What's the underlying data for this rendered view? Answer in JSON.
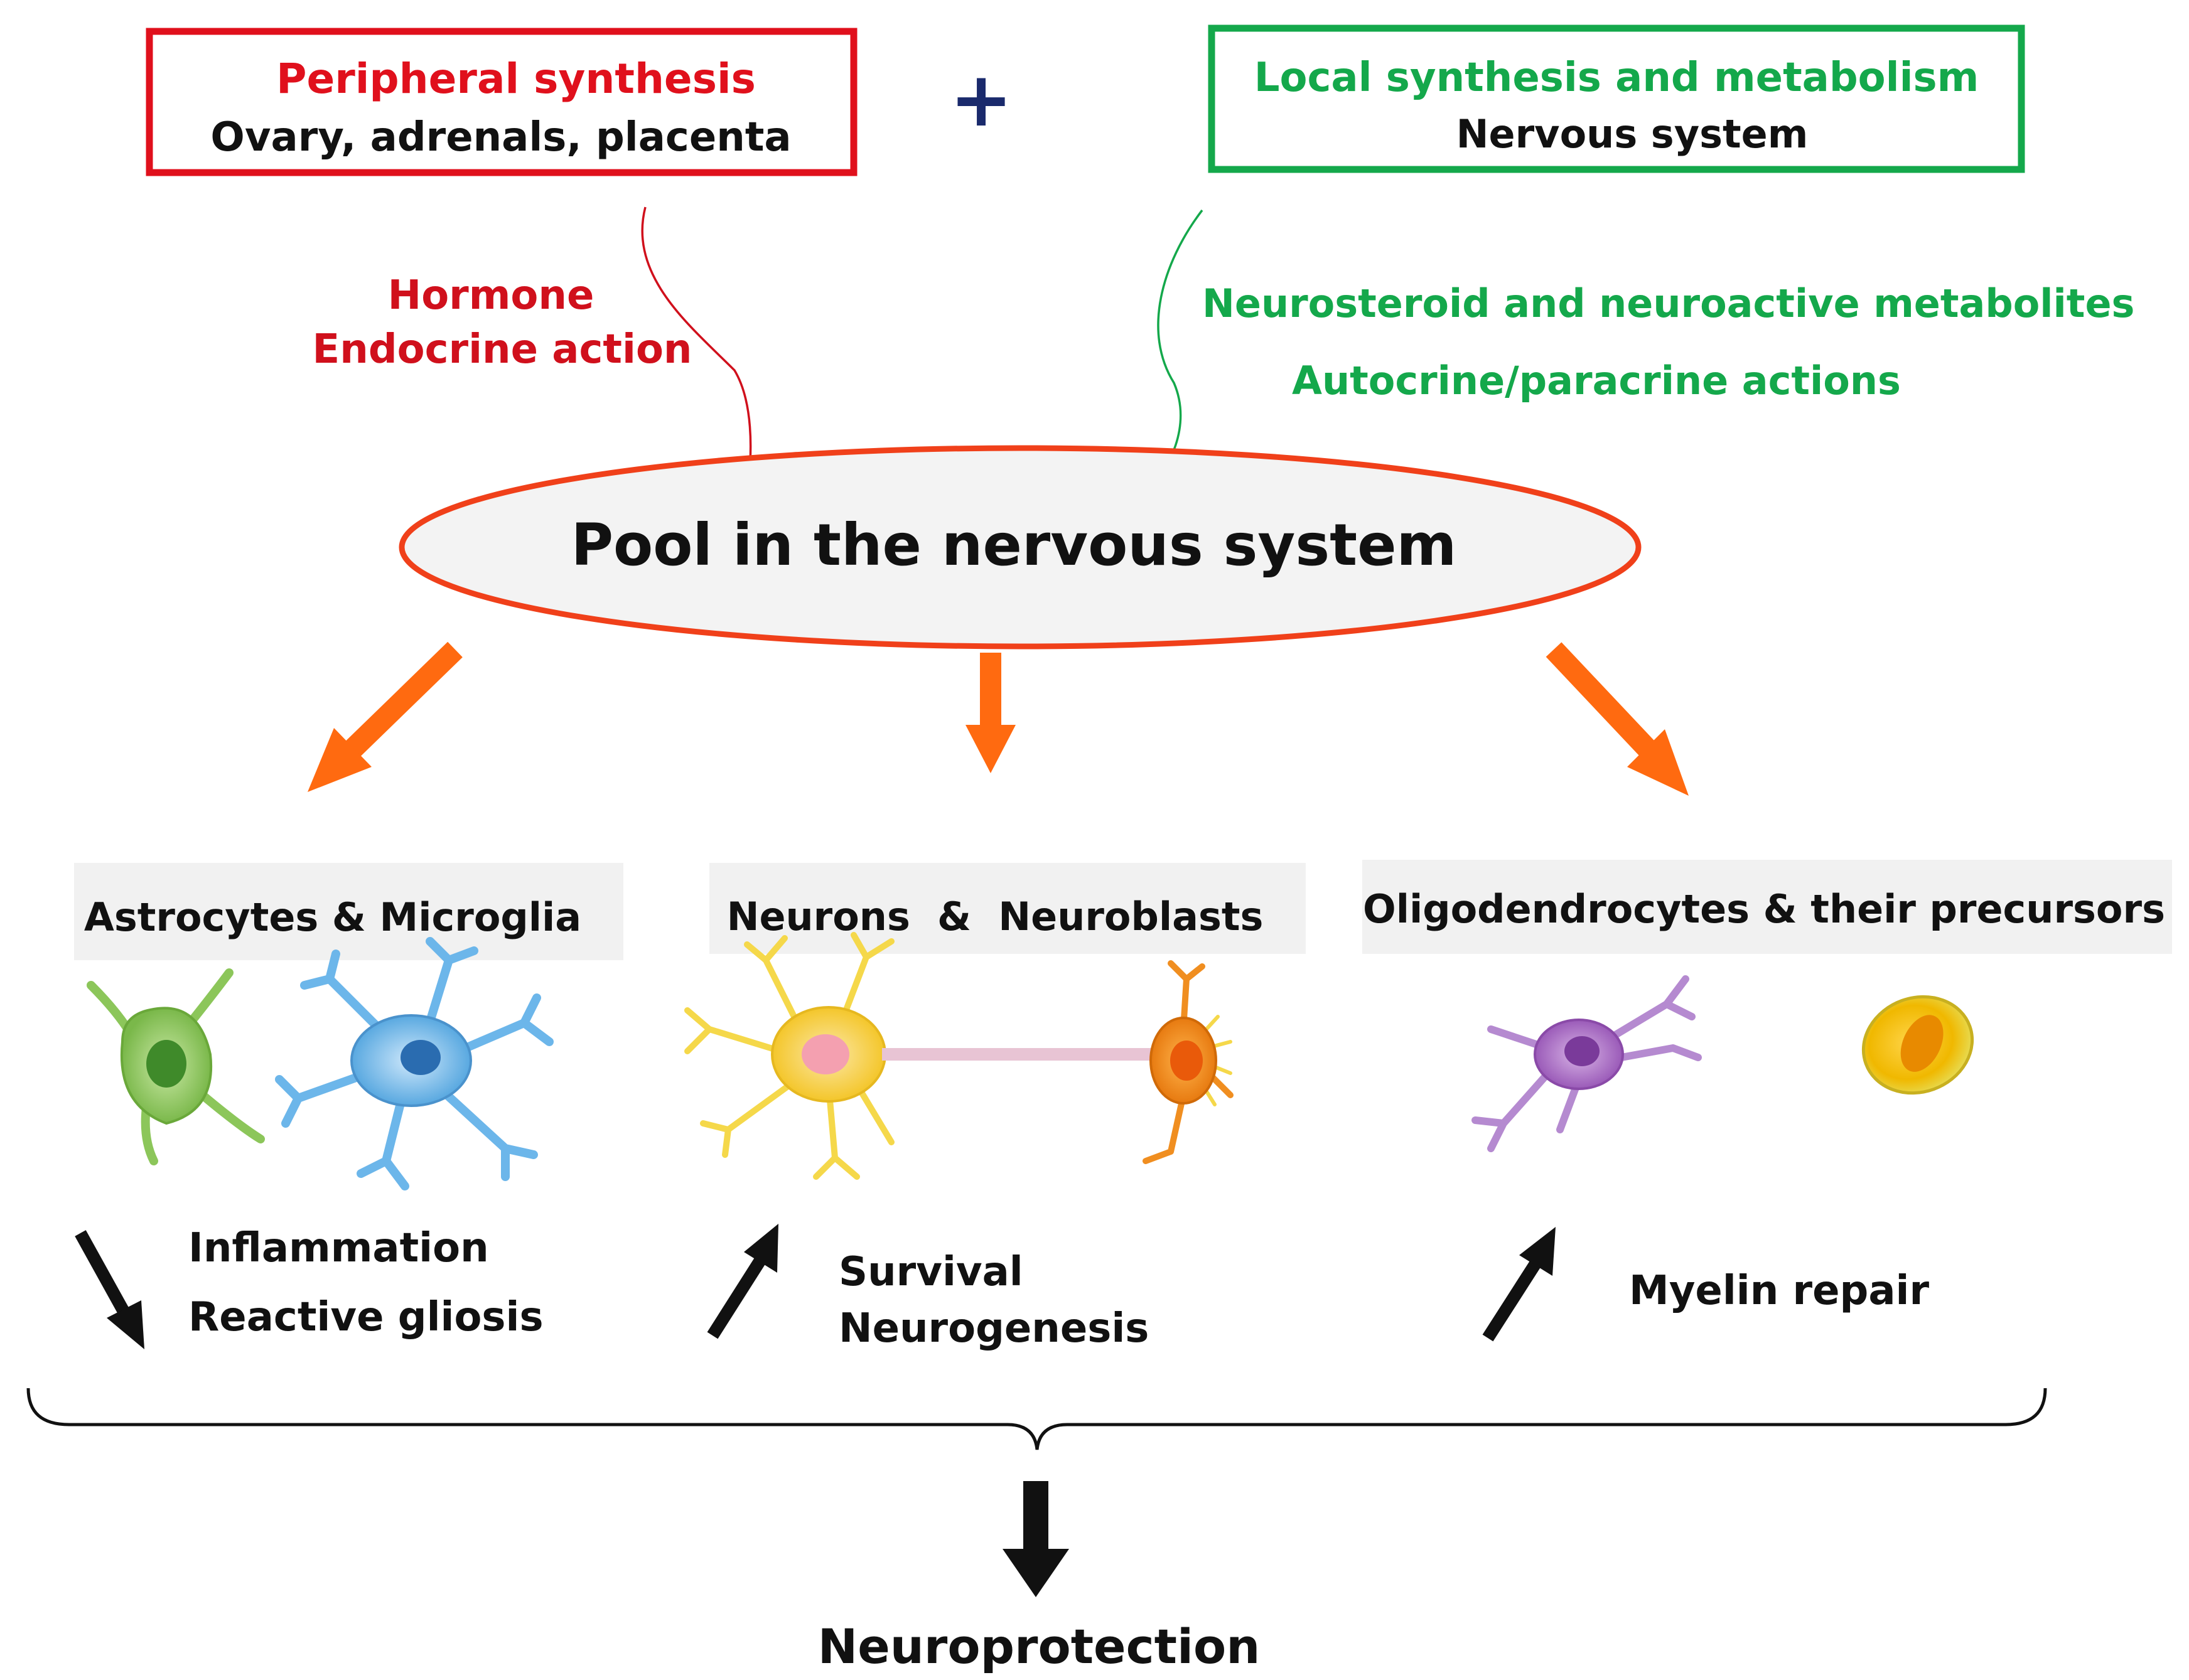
{
  "sources": {
    "peripheral": {
      "title": "Peripheral synthesis",
      "subtitle": "Ovary, adrenals, placenta",
      "title_color": "#e0101c",
      "border_color": "#e0101c"
    },
    "plus": "+",
    "local": {
      "title": "Local synthesis and metabolism",
      "subtitle": "Nervous system",
      "title_color": "#14a84b",
      "border_color": "#14a84b"
    }
  },
  "flows": {
    "hormone": {
      "line1": "Hormone",
      "line2": "Endocrine action",
      "color": "#d0101c"
    },
    "neurosteroid": {
      "line1": "Neurosteroid and neuroactive metabolites",
      "line2": "Autocrine/paracrine actions",
      "color": "#14a84b"
    }
  },
  "pool": {
    "label": "Pool in the nervous system",
    "border_color": "#f0401a",
    "fill": "#f3f3f3"
  },
  "arrow_color": "#ff6a10",
  "groups": [
    {
      "header": "Astrocytes & Microglia",
      "cells": [
        "astrocyte-cell-icon",
        "microglia-cell-icon"
      ],
      "trend": "decrease",
      "effects": [
        "Inflammation",
        "Reactive gliosis"
      ]
    },
    {
      "header": "Neurons  &  Neuroblasts",
      "cells": [
        "neuron-cell-icon",
        "neuroblast-cell-icon"
      ],
      "trend": "increase",
      "effects": [
        "Survival",
        "Neurogenesis"
      ]
    },
    {
      "header": "Oligodendrocytes & their precursors",
      "cells": [
        "oligodendrocyte-cell-icon",
        "precursor-cell-icon"
      ],
      "trend": "increase",
      "effects": [
        "Myelin repair"
      ]
    }
  ],
  "outcome": "Neuroprotection"
}
